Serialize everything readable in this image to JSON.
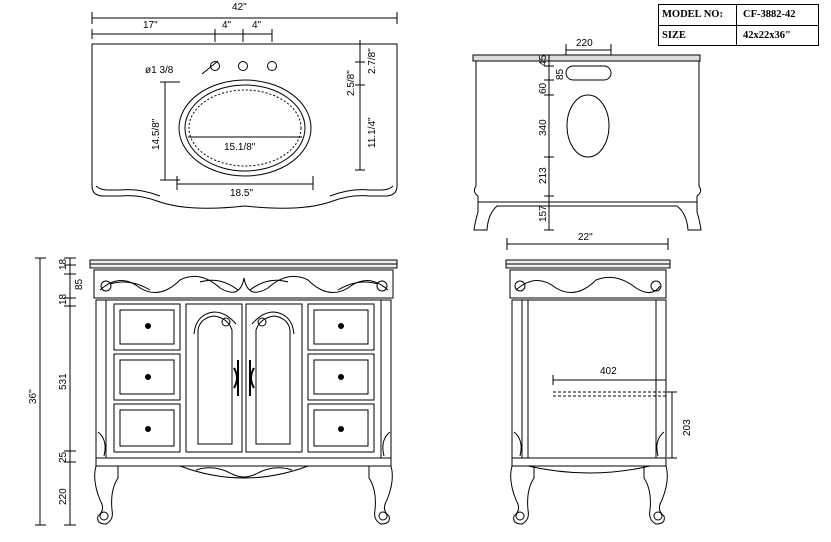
{
  "spec_table": {
    "model_label": "MODEL NO:",
    "model_value": "CF-3882-42",
    "size_label": "SIZE",
    "size_value": "42x22x36\""
  },
  "top_view": {
    "overall_width": "42\"",
    "left_offset": "17\"",
    "spacing_1": "4\"",
    "spacing_2": "4\"",
    "hole_diameter": "ø1 3/8",
    "bowl_depth": "14.5/8\"",
    "bowl_inner_width": "15.1/8\"",
    "bowl_outer_width": "18.5\"",
    "right_dim_1": "2.7/8\"",
    "right_dim_2": "2.5/8\"",
    "right_dim_3": "11.1/4\""
  },
  "side_section": {
    "top_width": "220",
    "dim_45": "45",
    "dim_85": "85",
    "dim_60": "60",
    "dim_340": "340",
    "dim_213": "213",
    "dim_157": "157"
  },
  "front_view": {
    "dim_18a": "18",
    "dim_85": "85",
    "dim_18b": "18",
    "height": "36\"",
    "dim_531": "531",
    "dim_25": "25",
    "dim_220": "220"
  },
  "side_view": {
    "depth": "22\"",
    "shelf_depth": "402",
    "shelf_height": "203"
  }
}
